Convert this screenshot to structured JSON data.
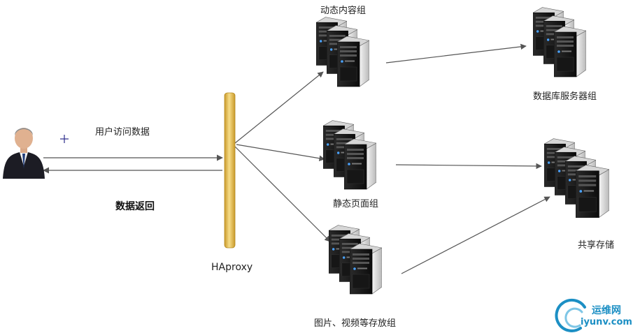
{
  "labels": {
    "dynamic_group": "动态内容组",
    "static_group": "静态页面组",
    "media_group": "图片、视频等存放组",
    "db_group": "数据库服务器组",
    "shared_storage": "共享存储",
    "user_access": "用户访问数据",
    "data_return": "数据返回",
    "haproxy": "HAproxy"
  },
  "watermark": {
    "brand_cn": "运维网",
    "brand_url": "iyunv.com"
  },
  "colors": {
    "arrow": "#555555",
    "haproxy_bar": "#e8c254",
    "server_dark": "#1e1e1e",
    "watermark": "#1c8fc4"
  },
  "icons": {
    "user": "businessman-icon",
    "server": "server-tower-icon",
    "cursor": "crosshair-cursor-icon"
  }
}
